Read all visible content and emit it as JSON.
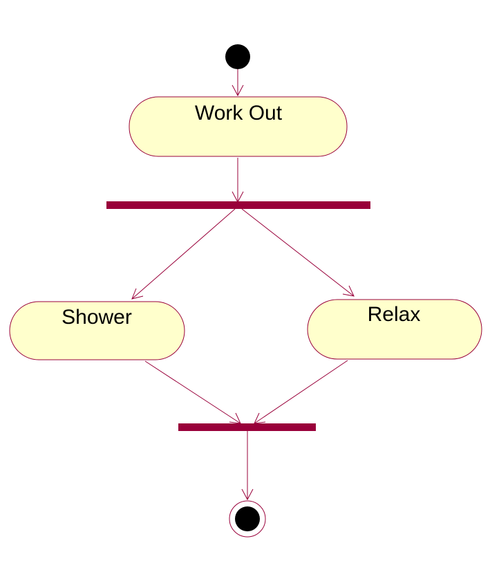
{
  "diagram": {
    "type": "UML activity diagram",
    "activities": {
      "work_out": "Work Out",
      "shower": "Shower",
      "relax": "Relax"
    },
    "colors": {
      "activity_fill": "#ffffcc",
      "line": "#99003a",
      "bar": "#99003a",
      "node": "#000000"
    }
  }
}
